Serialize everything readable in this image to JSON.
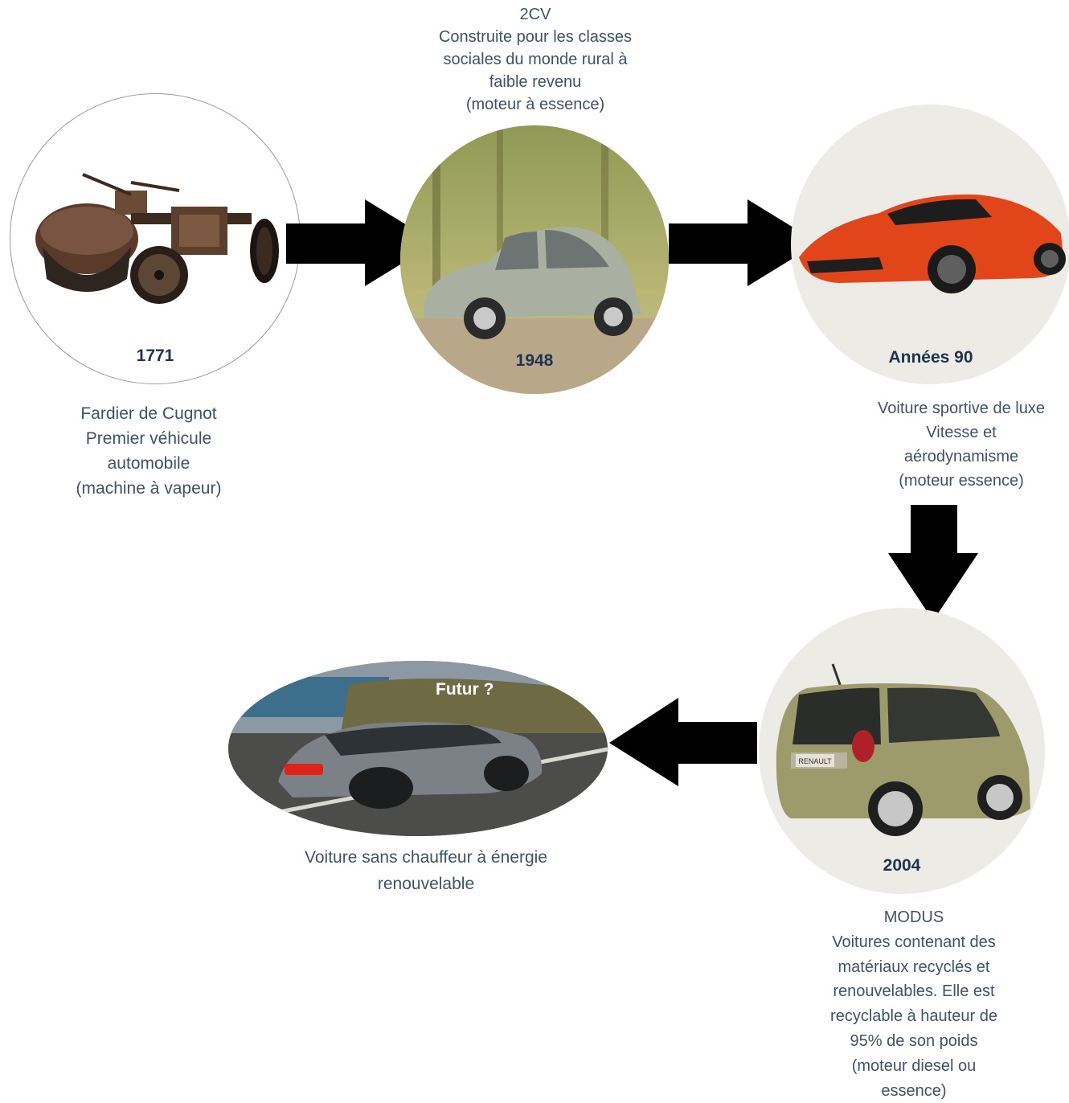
{
  "nodes": {
    "cugnot": {
      "year": "1771",
      "caption": [
        "Fardier de Cugnot",
        "Premier véhicule",
        "automobile",
        "(machine à vapeur)"
      ]
    },
    "twocv": {
      "year": "1948",
      "caption": [
        "2CV",
        "Construite pour les classes",
        "sociales du monde rural à",
        "faible revenu",
        "(moteur à essence)"
      ]
    },
    "sport": {
      "year": "Années 90",
      "caption": [
        "Voiture sportive de luxe",
        "Vitesse et",
        "aérodynamisme",
        "(moteur  essence)"
      ]
    },
    "modus": {
      "year": "2004",
      "caption": [
        "MODUS",
        "Voitures contenant des",
        "matériaux recyclés et",
        "renouvelables. Elle est",
        "recyclable à hauteur de",
        "95% de son poids",
        "(moteur  diesel ou",
        "essence)"
      ],
      "badge": "RENAULT"
    },
    "future": {
      "label": "Futur ?",
      "caption": [
        "Voiture sans chauffeur à énergie",
        "renouvelable"
      ]
    }
  },
  "colors": {
    "caption": "#3f5366",
    "year": "#1f3350",
    "arrow": "#000000",
    "circle_bg": "#ecebe6"
  }
}
